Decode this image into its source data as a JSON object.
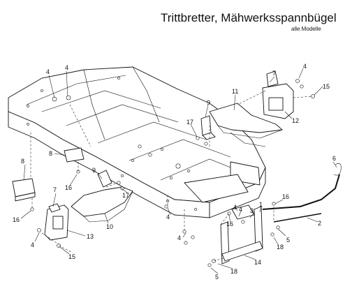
{
  "diagram": {
    "title": "Trittbretter, Mähwerksspannbügel",
    "subtitle": "alle Modelle",
    "callouts": [
      {
        "id": "c1",
        "label": "4"
      },
      {
        "id": "c2",
        "label": "4"
      },
      {
        "id": "c3",
        "label": "7"
      },
      {
        "id": "c4",
        "label": "4"
      },
      {
        "id": "c5",
        "label": "15"
      },
      {
        "id": "c6",
        "label": "11"
      },
      {
        "id": "c7",
        "label": "9"
      },
      {
        "id": "c8",
        "label": "17"
      },
      {
        "id": "c9",
        "label": "12"
      },
      {
        "id": "c10",
        "label": "8"
      },
      {
        "id": "c11",
        "label": "8"
      },
      {
        "id": "c12",
        "label": "16"
      },
      {
        "id": "c13",
        "label": "9"
      },
      {
        "id": "c14",
        "label": "17"
      },
      {
        "id": "c15",
        "label": "6"
      },
      {
        "id": "c16",
        "label": "7"
      },
      {
        "id": "c17",
        "label": "16"
      },
      {
        "id": "c18",
        "label": "4"
      },
      {
        "id": "c19",
        "label": "10"
      },
      {
        "id": "c20",
        "label": "13"
      },
      {
        "id": "c21",
        "label": "4"
      },
      {
        "id": "c22",
        "label": "15"
      },
      {
        "id": "c23",
        "label": "4"
      },
      {
        "id": "c24",
        "label": "4"
      },
      {
        "id": "c25",
        "label": "3"
      },
      {
        "id": "c26",
        "label": "1"
      },
      {
        "id": "c27",
        "label": "16"
      },
      {
        "id": "c28",
        "label": "2"
      },
      {
        "id": "c29",
        "label": "16"
      },
      {
        "id": "c30",
        "label": "5"
      },
      {
        "id": "c31",
        "label": "18"
      },
      {
        "id": "c32",
        "label": "14"
      },
      {
        "id": "c33",
        "label": "18"
      },
      {
        "id": "c34",
        "label": "5"
      },
      {
        "id": "c35",
        "label": "4"
      }
    ]
  }
}
